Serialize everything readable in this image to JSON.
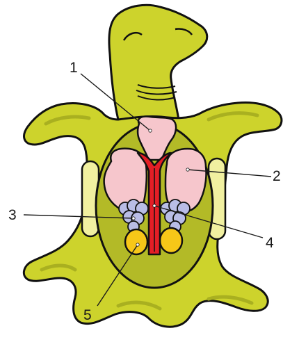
{
  "labels": {
    "l1": "1",
    "l2": "2",
    "l3": "3",
    "l4": "4",
    "l5": "5"
  },
  "colors": {
    "skin": "#cdd32c",
    "skin_shadow": "#a9b020",
    "outline": "#111111",
    "shell_opening": "#b3ba27",
    "plastron_edge": "#f1f0a0",
    "lung_like_organ": "#f6c6cc",
    "blood_vessel": "#e41e26",
    "blue_organ": "#b9bde6",
    "yellow_organ": "#f7c718"
  }
}
